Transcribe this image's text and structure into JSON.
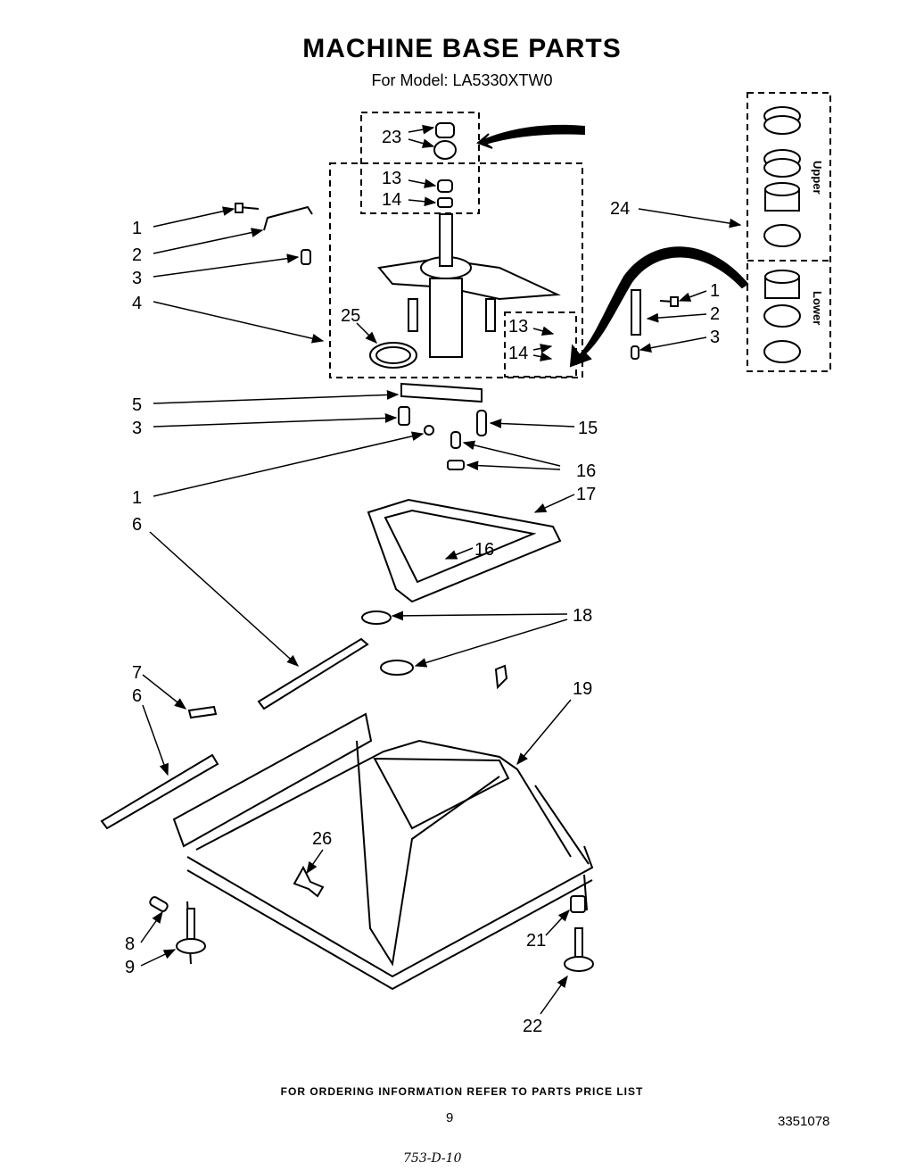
{
  "title": "MACHINE BASE PARTS",
  "subtitle": "For Model: LA5330XTW0",
  "footer": "FOR ORDERING INFORMATION REFER TO PARTS PRICE LIST",
  "page_number": "9",
  "doc_number": "3351078",
  "handwritten_note": "753-D-10",
  "inset_labels": {
    "upper": "Upper",
    "lower": "Lower"
  },
  "callouts": {
    "c1a": "1",
    "c2a": "2",
    "c3a": "3",
    "c4": "4",
    "c25": "25",
    "c5": "5",
    "c3b": "3",
    "c1b": "1",
    "c6a": "6",
    "c7": "7",
    "c6b": "6",
    "c8": "8",
    "c9": "9",
    "c23": "23",
    "c13a": "13",
    "c14a": "14",
    "c13b": "13",
    "c14b": "14",
    "c24": "24",
    "c1c": "1",
    "c2c": "2",
    "c3c": "3",
    "c15": "15",
    "c16a": "16",
    "c17": "17",
    "c16b": "16",
    "c18": "18",
    "c19": "19",
    "c26": "26",
    "c21": "21",
    "c22": "22"
  }
}
